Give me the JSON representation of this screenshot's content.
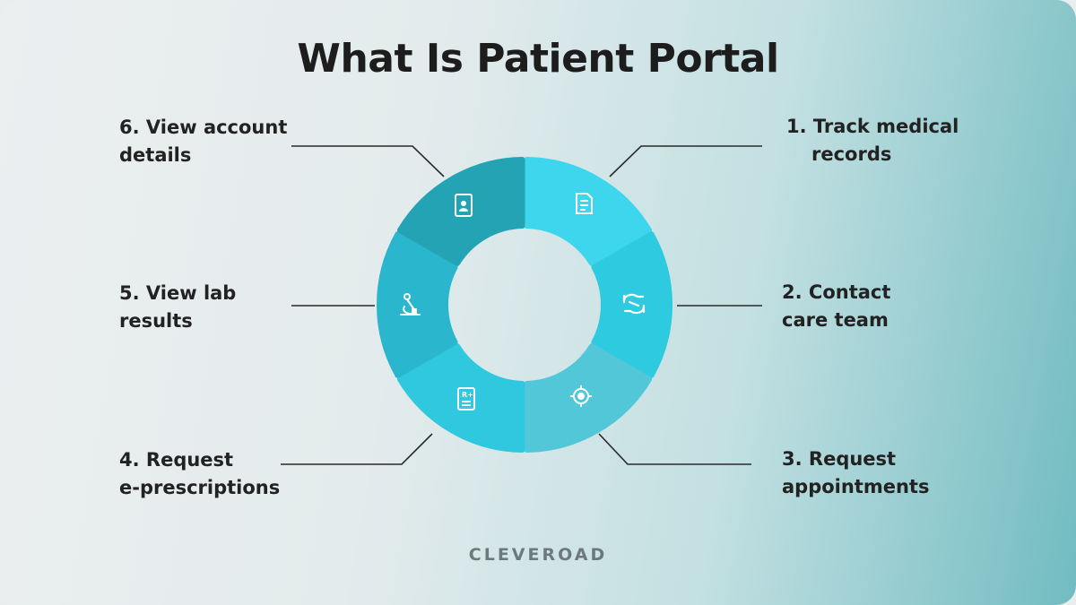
{
  "title": "What Is Patient Portal",
  "brand": "CLEVEROAD",
  "colors": {
    "segment_1": "#3dd6ec",
    "segment_2": "#2ecbe0",
    "segment_3": "#52c7d8",
    "segment_4": "#2fc8de",
    "segment_5": "#2ab6cd",
    "segment_6": "#23a3b3",
    "connector": "#2a2a2a"
  },
  "features": [
    {
      "number": "1.",
      "line1": "Track medical",
      "line2": "records",
      "icon": "document-icon"
    },
    {
      "number": "2.",
      "line1": "Contact",
      "line2": "care team",
      "icon": "handshake-icon"
    },
    {
      "number": "3.",
      "line1": "Request",
      "line2": "appointments",
      "icon": "target-icon"
    },
    {
      "number": "4.",
      "line1": "Request",
      "line2": "e-prescriptions",
      "icon": "prescription-icon"
    },
    {
      "number": "5.",
      "line1": "View lab",
      "line2": "results",
      "icon": "microscope-icon"
    },
    {
      "number": "6.",
      "line1": "View account",
      "line2": "details",
      "icon": "id-card-icon"
    }
  ]
}
